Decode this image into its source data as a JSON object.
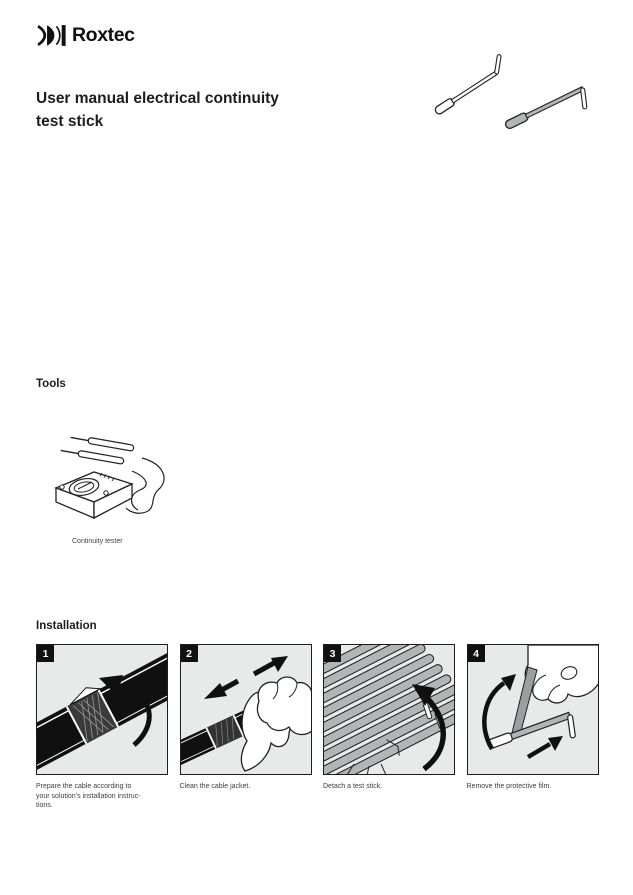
{
  "brand": {
    "name": "Roxtec"
  },
  "header": {
    "title": "User manual electrical continuity\ntest stick"
  },
  "tools": {
    "heading": "Tools",
    "caption": "Continuity tester"
  },
  "installation": {
    "heading": "Installation",
    "steps": [
      {
        "number": "1",
        "caption": "Prepare the cable according to\nyour solution’s installation instruc-\ntions."
      },
      {
        "number": "2",
        "caption": "Clean the cable jacket."
      },
      {
        "number": "3",
        "caption": "Detach a test stick."
      },
      {
        "number": "4",
        "caption": "Remove the protective film."
      }
    ]
  },
  "colors": {
    "ink": "#1d1d1b",
    "panel_background": "#e8e9e9",
    "stick_gray": "#b2b5b5",
    "caption_text": "#3d3d3c"
  }
}
